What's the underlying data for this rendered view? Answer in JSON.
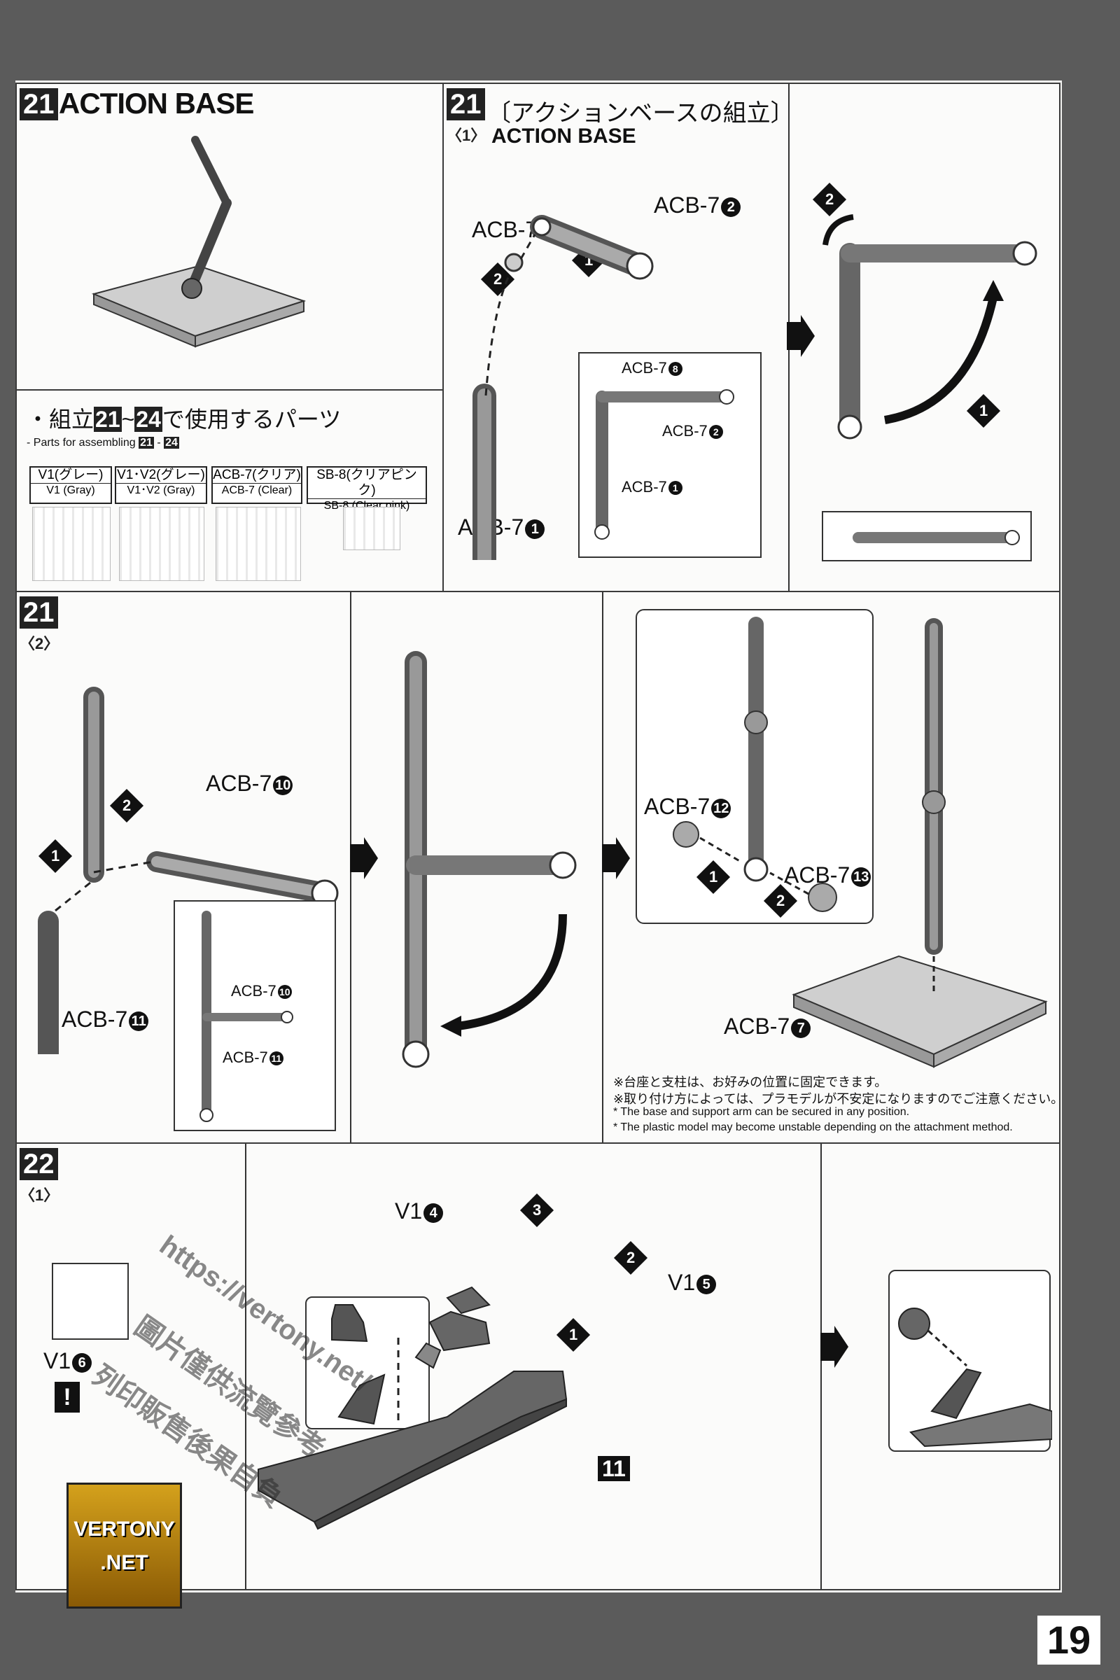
{
  "section_21": {
    "step": "21",
    "title": "ACTION BASE",
    "parts_heading_prefix": "・組立",
    "parts_heading_range_start": "21",
    "parts_heading_tilde": "~",
    "parts_heading_range_end": "24",
    "parts_heading_suffix": "で使用するパーツ",
    "parts_sub_prefix": "- Parts for assembling",
    "parts_sub_start": "21",
    "parts_sub_dash": "-",
    "parts_sub_end": "24",
    "runners": [
      {
        "name": "V1(グレー)",
        "sub": "V1 (Gray)"
      },
      {
        "name": "V1･V2(グレー)",
        "sub": "V1･V2 (Gray)"
      },
      {
        "name": "ACB-7(クリア)",
        "sub": "ACB-7 (Clear)"
      },
      {
        "name": "SB-8(クリアピンク)",
        "sub": "SB-8 (Clear pink)"
      }
    ]
  },
  "step_21_1": {
    "step": "21",
    "sub": "〈1〉",
    "jp_title": "〔アクションベースの組立〕",
    "en_title": "ACTION BASE",
    "labels": {
      "acb7_8": "ACB-7",
      "acb7_8_num": "8",
      "acb7_2": "ACB-7",
      "acb7_2_num": "2",
      "acb7_1": "ACB-7",
      "acb7_1_num": "1"
    },
    "steps": [
      "1",
      "2"
    ],
    "inset": {
      "l8": "ACB-7",
      "l8n": "8",
      "l2": "ACB-7",
      "l2n": "2",
      "l1": "ACB-7",
      "l1n": "1"
    },
    "rotate_steps": [
      "2",
      "1"
    ]
  },
  "step_21_2": {
    "step": "21",
    "sub": "〈2〉",
    "labels": {
      "acb7_10": "ACB-7",
      "acb7_10_num": "10",
      "acb7_11": "ACB-7",
      "acb7_11_num": "11",
      "acb7_12": "ACB-7",
      "acb7_12_num": "12",
      "acb7_13": "ACB-7",
      "acb7_13_num": "13",
      "acb7_7": "ACB-7",
      "acb7_7_num": "7"
    },
    "steps": [
      "2",
      "1",
      "1",
      "2"
    ],
    "inset": {
      "l10": "ACB-7",
      "l10n": "10",
      "l11": "ACB-7",
      "l11n": "11"
    },
    "notes": [
      "※台座と支柱は、お好みの位置に固定できます。",
      "※取り付け方によっては、プラモデルが不安定になりますのでご注意ください。",
      "* The base and support arm can be secured in any position.",
      "* The plastic model may become unstable depending on the attachment method."
    ]
  },
  "step_22_1": {
    "step": "22",
    "sub": "〈1〉",
    "labels": {
      "v1_4": "V1",
      "v1_4_num": "4",
      "v1_5": "V1",
      "v1_5_num": "5",
      "v1_6": "V1",
      "v1_6_num": "6",
      "part_11": "11"
    },
    "steps": [
      "3",
      "2",
      "1"
    ],
    "warning": "!"
  },
  "watermark": {
    "url": "https://vertony.net/",
    "line1": "圖片僅供流覽參考",
    "line2": "列印販售後果自負"
  },
  "logo": {
    "line1": "VERTONY",
    "line2": ".NET"
  },
  "page_number": "19",
  "colors": {
    "background": "#5b5b5b",
    "paper": "#f4f4f2",
    "ink": "#111111"
  }
}
